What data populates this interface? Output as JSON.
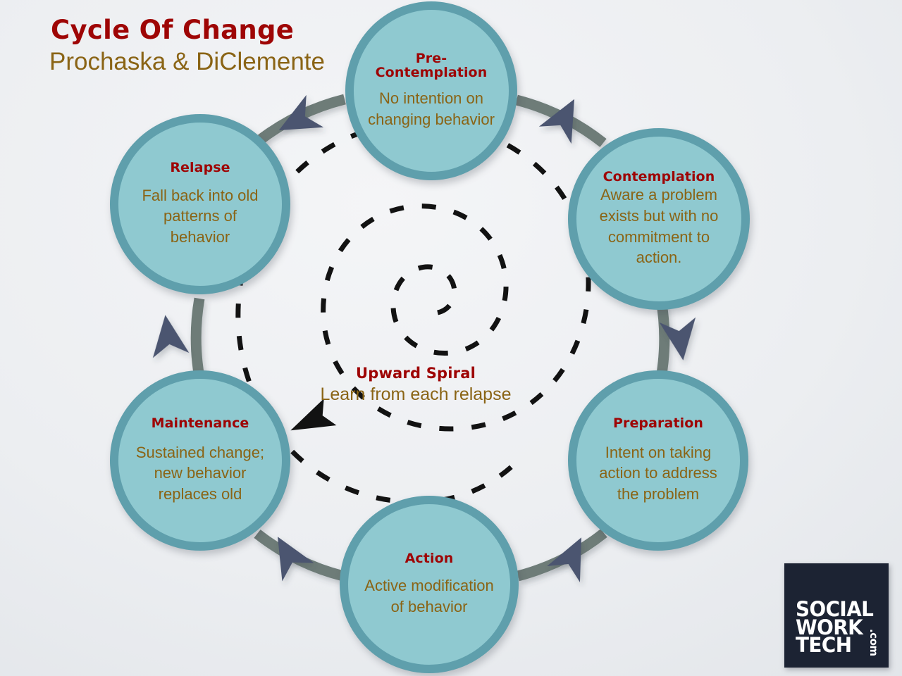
{
  "heading": {
    "title": "Cycle Of Change",
    "subtitle": "Prochaska & DiClemente"
  },
  "colors": {
    "title_red": "#9e0505",
    "body_gold": "#8a6415",
    "circle_fill": "#8fc9d0",
    "circle_border": "#5f9fac",
    "connector_gray": "#6e7b78",
    "arrow_navy": "#4b5570",
    "spiral_black": "#111111",
    "logo_navy": "#1c2333",
    "background": "#eceef1"
  },
  "stages": [
    {
      "id": "precontemplation",
      "title": "Pre-\nContemplation",
      "title_lines": [
        "Pre-",
        "Contemplation"
      ],
      "description": "No intention on changing behavior",
      "order": 1
    },
    {
      "id": "contemplation",
      "title": "Contemplation",
      "title_lines": [
        "Contemplation"
      ],
      "description": "Aware a problem exists but with no commitment to action.",
      "order": 2
    },
    {
      "id": "preparation",
      "title": "Preparation",
      "title_lines": [
        "Preparation"
      ],
      "description": "Intent on taking action to address the problem",
      "order": 3
    },
    {
      "id": "action",
      "title": "Action",
      "title_lines": [
        "Action"
      ],
      "description": "Active modification of behavior",
      "order": 4
    },
    {
      "id": "maintenance",
      "title": "Maintenance",
      "title_lines": [
        "Maintenance"
      ],
      "description": "Sustained change; new behavior replaces old",
      "order": 5
    },
    {
      "id": "relapse",
      "title": "Relapse",
      "title_lines": [
        "Relapse"
      ],
      "description": "Fall back into old patterns of behavior",
      "order": 6
    }
  ],
  "center": {
    "title": "Upward Spiral",
    "description": "Learn from each relapse"
  },
  "logo": {
    "line1": "SOCIAL",
    "line2": "WORK",
    "line3": "TECH",
    "suffix": ".com"
  },
  "chart_data": {
    "type": "diagram",
    "subtype": "cycle",
    "title": "Cycle Of Change",
    "subtitle": "Prochaska & DiClemente",
    "direction": "clockwise",
    "nodes": [
      "Pre-Contemplation",
      "Contemplation",
      "Preparation",
      "Action",
      "Maintenance",
      "Relapse"
    ],
    "edges": [
      {
        "from": "Pre-Contemplation",
        "to": "Contemplation"
      },
      {
        "from": "Contemplation",
        "to": "Preparation"
      },
      {
        "from": "Preparation",
        "to": "Action"
      },
      {
        "from": "Action",
        "to": "Maintenance"
      },
      {
        "from": "Maintenance",
        "to": "Relapse"
      },
      {
        "from": "Relapse",
        "to": "Pre-Contemplation"
      }
    ],
    "center_annotation": "Upward Spiral — Learn from each relapse"
  }
}
